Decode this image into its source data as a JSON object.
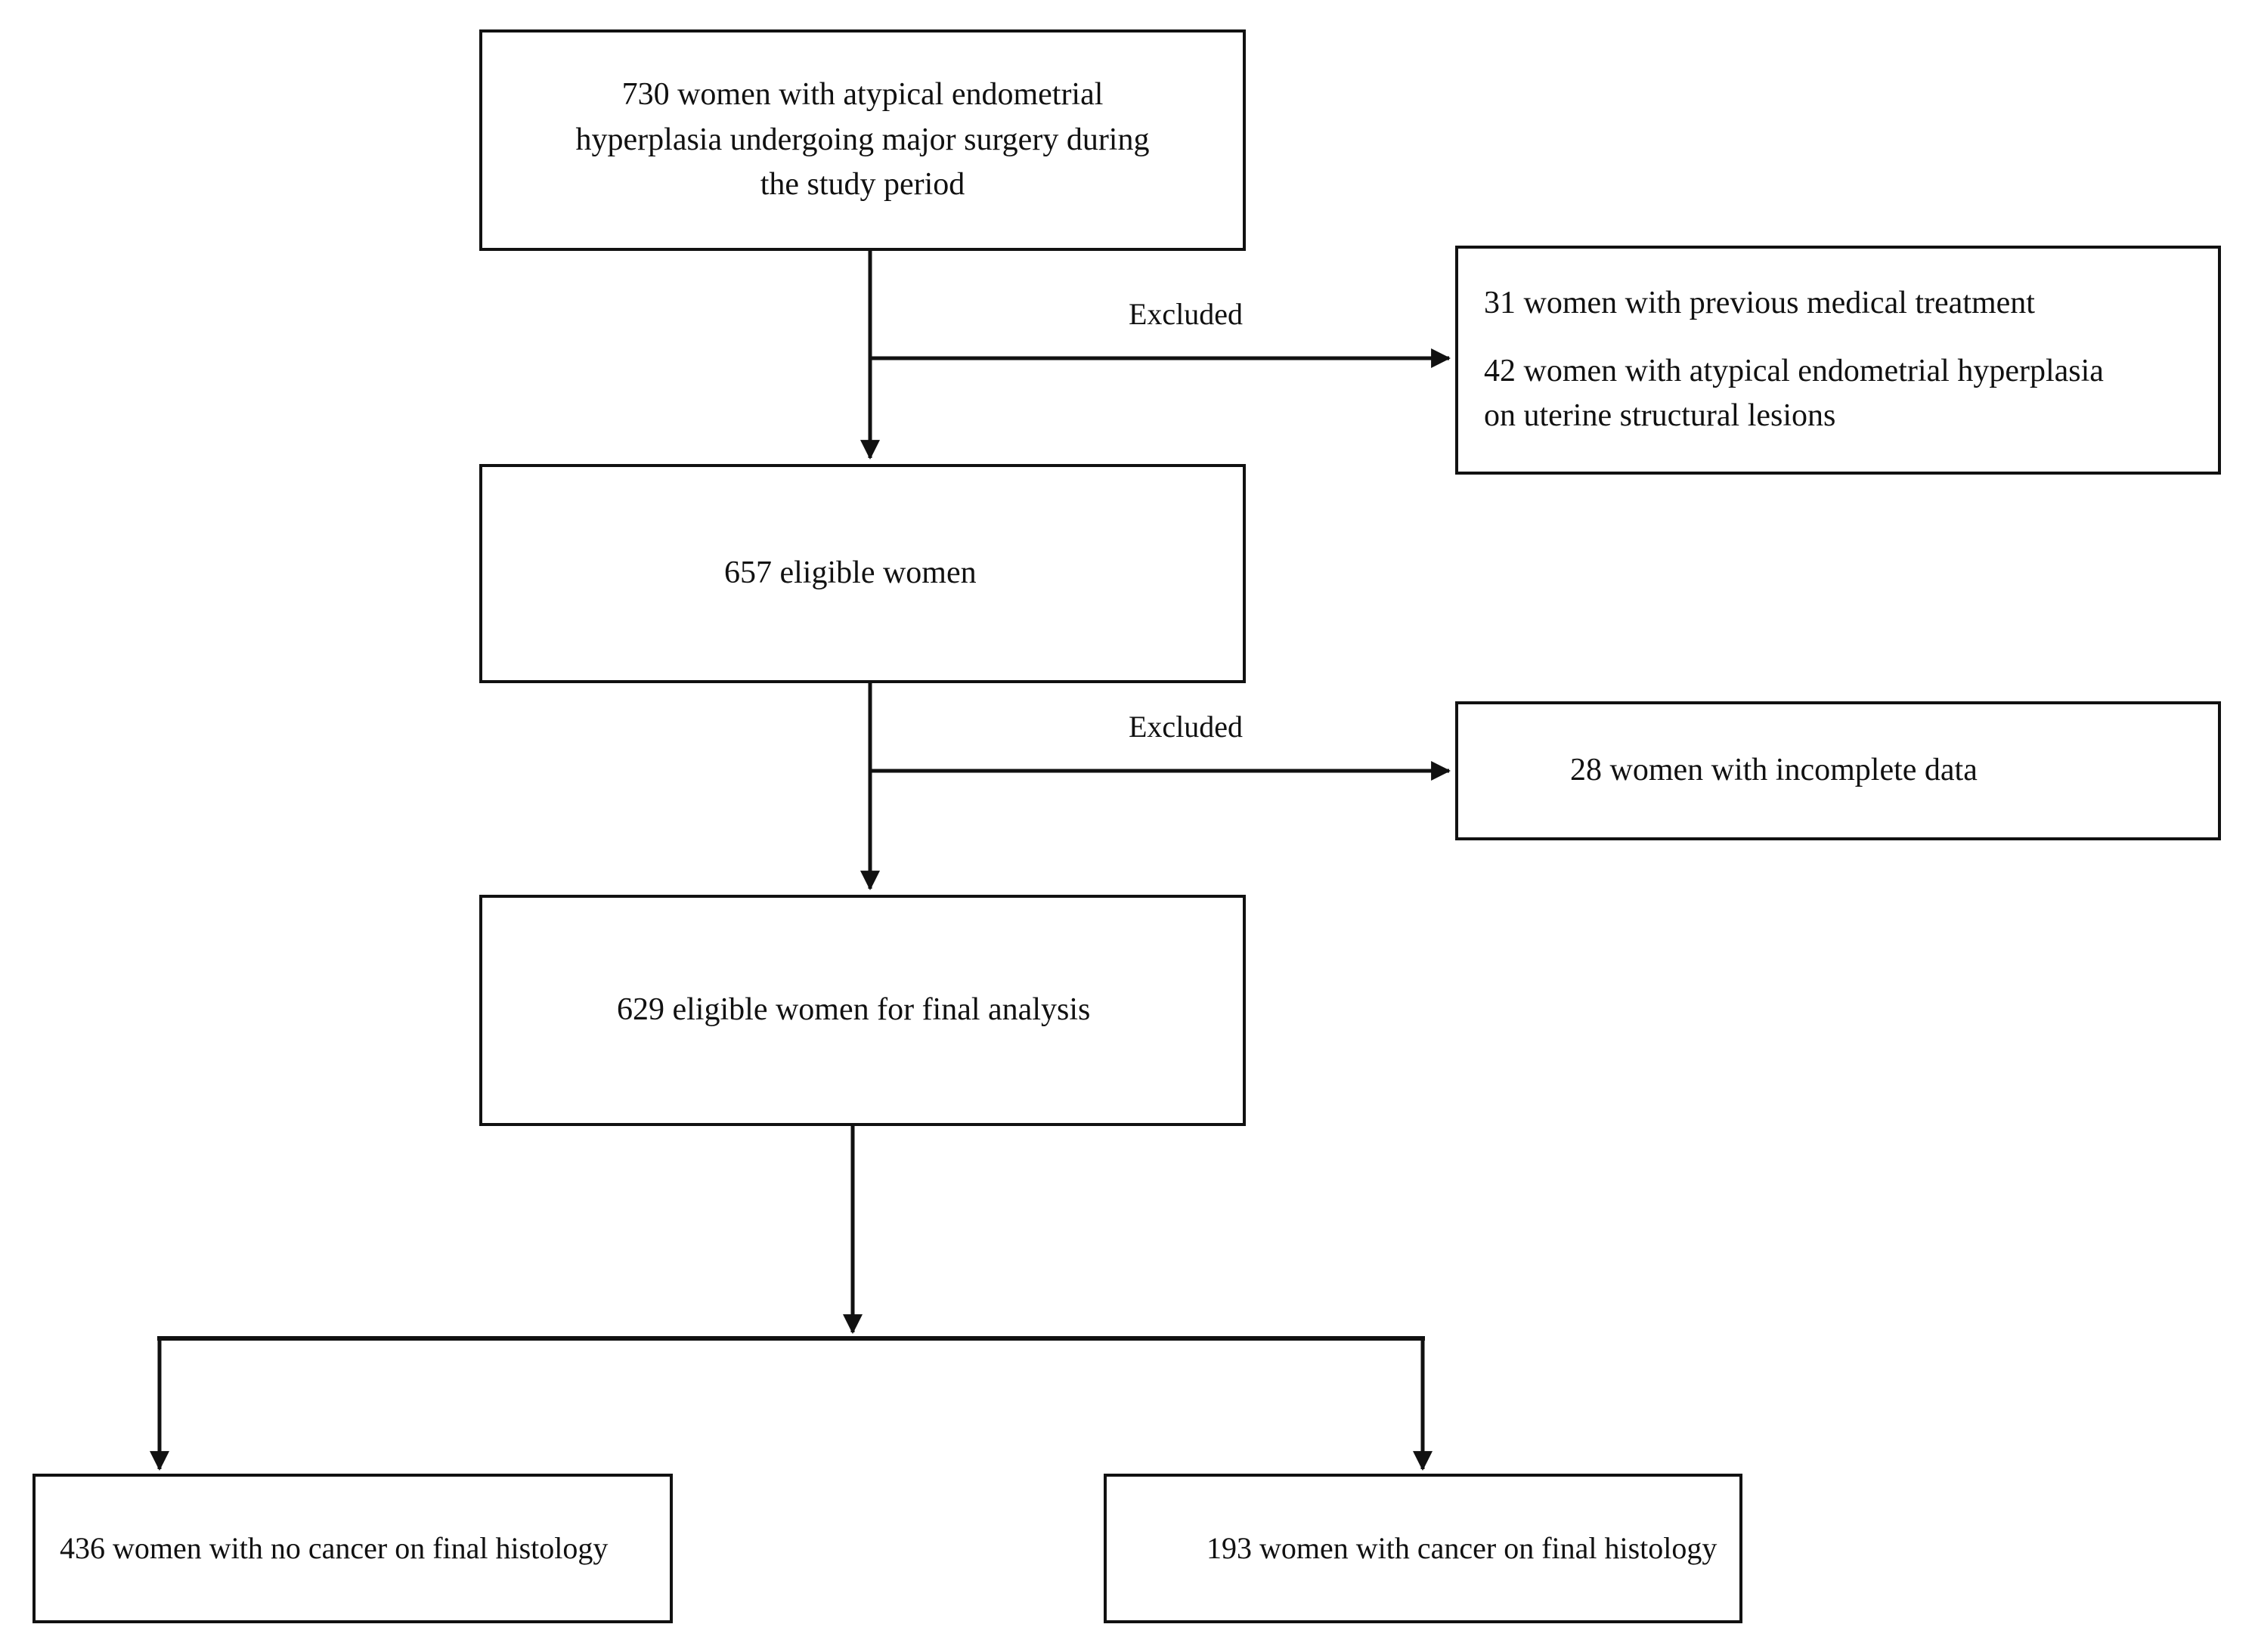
{
  "figure": {
    "type": "study-flow-diagram",
    "background_color": "#ffffff",
    "line_color": "#111111",
    "text_color": "#111111"
  },
  "nodes": {
    "source_cohort": {
      "line1": "730 women with atypical endometrial",
      "line2": "hyperplasia undergoing major surgery during",
      "line3": "the study period"
    },
    "eligible": {
      "text": "657 eligible  women"
    },
    "final_analysis": {
      "text": "629 eligible  women for final  analysis"
    },
    "exclusion_1": {
      "para1": "31 women with previous medical treatment",
      "para2_line1": "42 women with atypical endometrial hyperplasia",
      "para2_line2": "on uterine structural lesions"
    },
    "exclusion_2": {
      "text": "28 women with incomplete data"
    },
    "outcome_no_cancer": {
      "text": "436 women with no cancer on final histology"
    },
    "outcome_cancer": {
      "text": "193  women with cancer on final histology"
    }
  },
  "edges": {
    "excluded_label_1": "Excluded",
    "excluded_label_2": "Excluded"
  }
}
